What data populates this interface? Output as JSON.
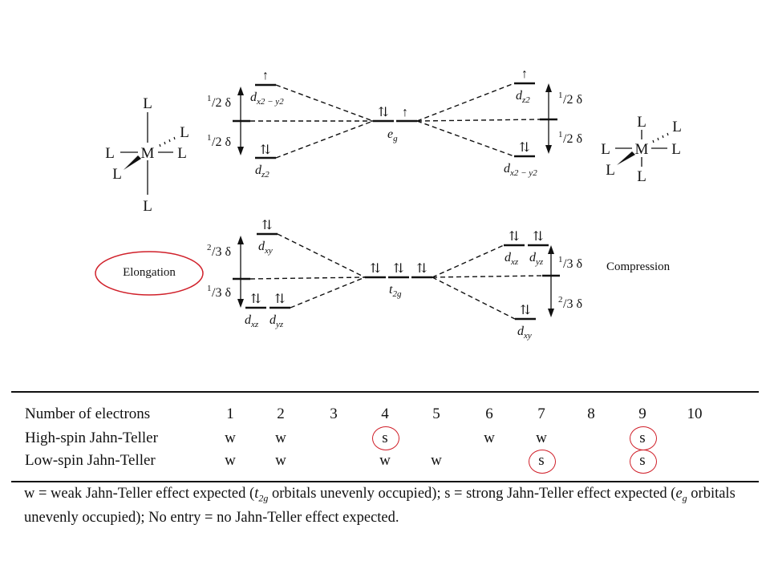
{
  "diagram": {
    "ligand": "L",
    "metal": "M",
    "split_half": "2 δ",
    "split_third": "3 δ",
    "frac_num": "1",
    "frac_num2": "2",
    "eg": {
      "main": "e",
      "sub": "g"
    },
    "t2g": {
      "main": "t",
      "sub": "2g"
    },
    "elong_eg_upper": {
      "main": "d",
      "sub": "x2 − y2"
    },
    "elong_eg_lower": {
      "main": "d",
      "sub": "z2"
    },
    "comp_eg_upper": {
      "main": "d",
      "sub": "z2"
    },
    "comp_eg_lower": {
      "main": "d",
      "sub": "x2 − y2"
    },
    "elong_t2g_upper": {
      "main": "d",
      "sub": "xy"
    },
    "elong_t2g_lower_1": {
      "main": "d",
      "sub": "xz"
    },
    "elong_t2g_lower_2": {
      "main": "d",
      "sub": "yz"
    },
    "comp_t2g_upper_1": {
      "main": "d",
      "sub": "xz"
    },
    "comp_t2g_upper_2": {
      "main": "d",
      "sub": "yz"
    },
    "comp_t2g_lower": {
      "main": "d",
      "sub": "xy"
    },
    "elongation_label": "Elongation",
    "compression_label": "Compression",
    "spin_up": "↑",
    "spin_pair": "⇅",
    "highlight_color": "#d0202a"
  },
  "table": {
    "header_label": "Number of electrons",
    "columns": [
      "1",
      "2",
      "3",
      "4",
      "5",
      "6",
      "7",
      "8",
      "9",
      "10"
    ],
    "rows": [
      {
        "label": "High-spin Jahn-Teller",
        "cells": [
          "w",
          "w",
          "",
          "s",
          "",
          "w",
          "w",
          "",
          "s",
          ""
        ]
      },
      {
        "label": "Low-spin Jahn-Teller",
        "cells": [
          "w",
          "w",
          "",
          "w",
          "w",
          "",
          "s",
          "",
          "s",
          ""
        ]
      }
    ],
    "footnote": {
      "p1": "w = weak Jahn-Teller effect expected (",
      "t_main": "t",
      "t_sub": "2g",
      "p2": " orbitals unevenly occupied); s = strong Jahn-Teller effect expected (",
      "e_main": "e",
      "e_sub": "g",
      "p3": " orbitals unevenly occupied); No entry = no Jahn-Teller effect expected."
    }
  }
}
